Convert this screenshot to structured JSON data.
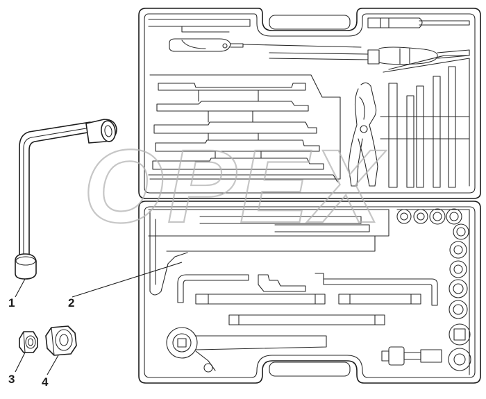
{
  "diagram": {
    "callouts": [
      {
        "id": "1",
        "text": "1"
      },
      {
        "id": "2",
        "text": "2"
      },
      {
        "id": "3",
        "text": "3"
      },
      {
        "id": "4",
        "text": "4"
      }
    ],
    "watermark": "OPEX",
    "line_color": "#1c1c1c",
    "watermark_color": "#b4b4b4",
    "icons": [
      "l-shaped-socket-wrench",
      "tool-case",
      "nut-small",
      "nut-large"
    ]
  }
}
